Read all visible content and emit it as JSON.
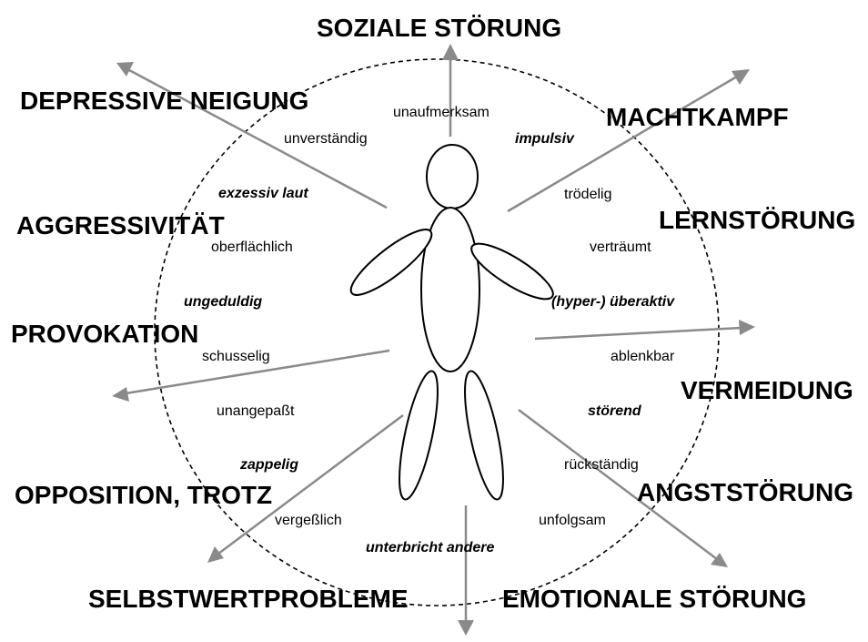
{
  "categories": {
    "soziale": "SOZIALE STÖRUNG",
    "depressive": "DEPRESSIVE NEIGUNG",
    "machtkampf": "MACHTKAMPF",
    "aggressivitaet": "AGGRESSIVITÄT",
    "lernstoerung": "LERNSTÖRUNG",
    "provokation": "PROVOKATION",
    "vermeidung": "VERMEIDUNG",
    "opposition": "OPPOSITION, TROTZ",
    "angststoerung": "ANGSTSTÖRUNG",
    "selbstwert": "SELBSTWERTPROBLEME",
    "emotionale": "EMOTIONALE STÖRUNG"
  },
  "descriptors": {
    "unaufmerksam": "unaufmerksam",
    "impulsiv": "impulsiv",
    "unverstaendig": "unverständig",
    "exzessiv": "exzessiv laut",
    "troedelig": "trödelig",
    "oberflaechlich": "oberflächlich",
    "vertraeumt": "verträumt",
    "ungeduldig": "ungeduldig",
    "hyper": "(hyper-) überaktiv",
    "schusselig": "schusselig",
    "ablenkbar": "ablenkbar",
    "unangepasst": "unangepaßt",
    "stoerend": "störend",
    "zappelig": "zappelig",
    "rueckstaendig": "rückständig",
    "vergesslich": "vergeßlich",
    "unfolgsam": "unfolgsam",
    "unterbricht": "unterbricht andere"
  },
  "colors": {
    "arrow": "#8a8a8a",
    "text": "#000000",
    "background": "#ffffff"
  }
}
